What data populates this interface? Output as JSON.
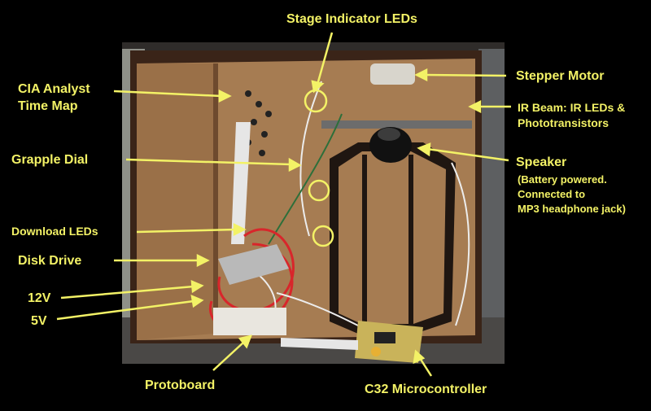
{
  "colors": {
    "background": "#000000",
    "annotation": "#f3f266",
    "board": "#a67c52",
    "frame": "#3a2418",
    "wire_red": "#d8262b",
    "wire_white": "#ececec"
  },
  "labels": {
    "stage_indicator_leds": "Stage Indicator LEDs",
    "cia_line1": "CIA Analyst",
    "cia_line2": "Time Map",
    "stepper_motor": "Stepper Motor",
    "ir_line1": "IR Beam: IR LEDs &",
    "ir_line2": "Phototransistors",
    "grapple_dial": "Grapple Dial",
    "speaker": "Speaker",
    "speaker_note1": "(Battery powered.",
    "speaker_note2": "Connected to",
    "speaker_note3": "MP3 headphone jack)",
    "download_leds": "Download LEDs",
    "disk_drive": "Disk Drive",
    "v12": "12V",
    "v5": "5V",
    "protoboard": "Protoboard",
    "c32": "C32 Microcontroller"
  }
}
